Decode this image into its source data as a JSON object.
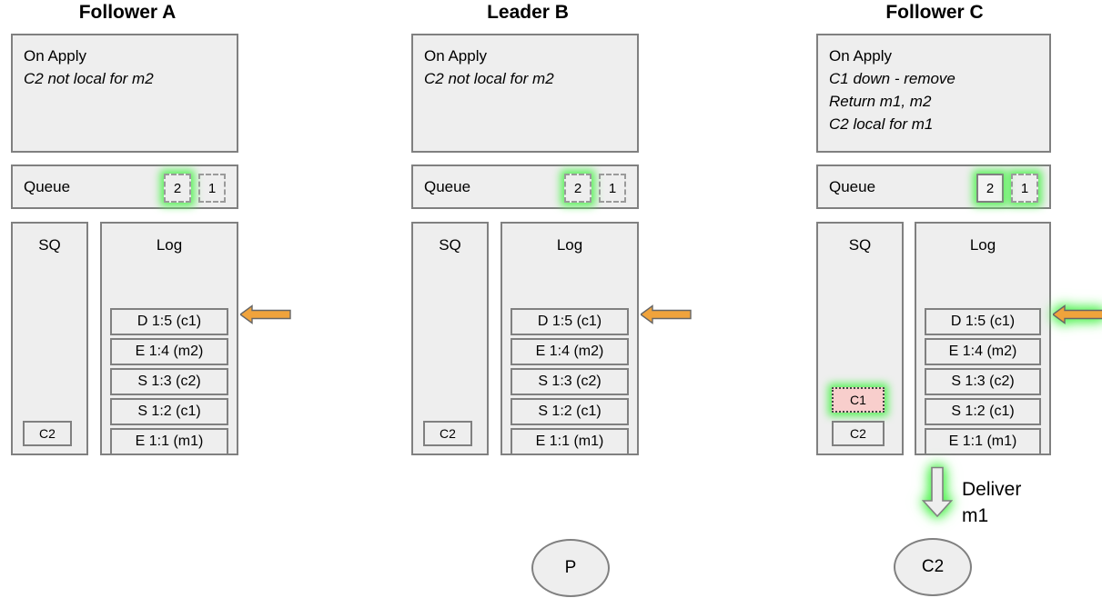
{
  "diagram": {
    "title_bar_colors": {
      "box_fill": "#eeeeee",
      "box_border": "#808080",
      "highlight_glow": "#5cf25c",
      "arrow_orange": "#f0a33c",
      "pink_fill": "#f8cecc"
    },
    "columns": [
      {
        "id": "follower-a",
        "title": "Follower A",
        "on_apply": {
          "header": "On Apply",
          "lines": [
            "C2 not local for m2"
          ]
        },
        "queue": {
          "label": "Queue",
          "slots": [
            {
              "value": "2",
              "style": "dashed",
              "highlight": true
            },
            {
              "value": "1",
              "style": "dashed",
              "highlight": false
            }
          ]
        },
        "sq": {
          "header": "SQ",
          "items": [
            {
              "value": "C2",
              "style": "plain",
              "highlight": false
            }
          ]
        },
        "log": {
          "header": "Log",
          "entries": [
            "D 1:5 (c1)",
            "E 1:4 (m2)",
            "S 1:3 (c2)",
            "S 1:2 (c1)",
            "E 1:1 (m1)"
          ]
        },
        "arrow": {
          "direction": "left",
          "color": "orange",
          "highlight": false
        }
      },
      {
        "id": "leader-b",
        "title": "Leader B",
        "on_apply": {
          "header": "On Apply",
          "lines": [
            "C2 not local for m2"
          ]
        },
        "queue": {
          "label": "Queue",
          "slots": [
            {
              "value": "2",
              "style": "dashed",
              "highlight": true
            },
            {
              "value": "1",
              "style": "dashed",
              "highlight": false
            }
          ]
        },
        "sq": {
          "header": "SQ",
          "items": [
            {
              "value": "C2",
              "style": "plain",
              "highlight": false
            }
          ]
        },
        "log": {
          "header": "Log",
          "entries": [
            "D 1:5 (c1)",
            "E 1:4 (m2)",
            "S 1:3 (c2)",
            "S 1:2 (c1)",
            "E 1:1 (m1)"
          ]
        },
        "arrow": {
          "direction": "left",
          "color": "orange",
          "highlight": false
        }
      },
      {
        "id": "follower-c",
        "title": "Follower C",
        "on_apply": {
          "header": "On Apply",
          "lines": [
            "C1 down - remove",
            "Return m1, m2",
            "C2 local for m1"
          ]
        },
        "queue": {
          "label": "Queue",
          "slots": [
            {
              "value": "2",
              "style": "solid",
              "highlight": true
            },
            {
              "value": "1",
              "style": "dashed",
              "highlight": true
            }
          ]
        },
        "sq": {
          "header": "SQ",
          "items": [
            {
              "value": "C1",
              "style": "pink",
              "highlight": true
            },
            {
              "value": "C2",
              "style": "plain",
              "highlight": false
            }
          ]
        },
        "log": {
          "header": "Log",
          "entries": [
            "D 1:5 (c1)",
            "E 1:4 (m2)",
            "S 1:3 (c2)",
            "S 1:2 (c1)",
            "E 1:1 (m1)"
          ]
        },
        "arrow": {
          "direction": "left",
          "color": "orange",
          "highlight": true
        }
      }
    ],
    "deliver": {
      "label_line1": "Deliver",
      "label_line2": "m1",
      "arrow_direction": "down",
      "highlight": true
    },
    "ellipses": [
      {
        "id": "client-p",
        "label": "P"
      },
      {
        "id": "client-c2",
        "label": "C2"
      }
    ]
  }
}
